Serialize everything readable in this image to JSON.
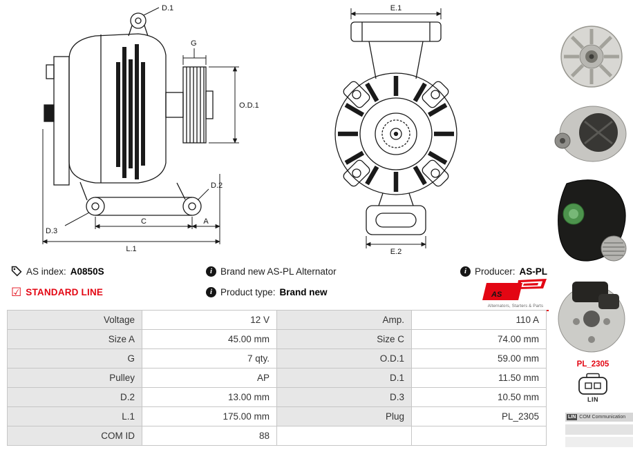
{
  "header": {
    "as_index_label": "AS index:",
    "as_index_value": "A0850S",
    "brand_new_text": "Brand new AS-PL Alternator",
    "producer_label": "Producer:",
    "producer_value": "AS-PL",
    "standard_line": "STANDARD LINE",
    "product_type_label": "Product type:",
    "product_type_value": "Brand new"
  },
  "logo": {
    "text": "AS",
    "subtext": "Alternators, Starters & Parts"
  },
  "icons": {
    "info_glyph": "i",
    "check_glyph": "☑"
  },
  "diagram": {
    "side": {
      "d1": "D.1",
      "g": "G",
      "od1": "O.D.1",
      "d2": "D.2",
      "d3": "D.3",
      "c": "C",
      "a": "A",
      "l1": "L.1"
    },
    "front": {
      "e1": "E.1",
      "e2": "E.2"
    }
  },
  "plug": {
    "code": "PL_2305",
    "pin_label": "LIN",
    "com_badge": "LIN",
    "com_text": "COM Communication"
  },
  "table": {
    "rows": [
      {
        "l1": "Voltage",
        "v1": "12 V",
        "l2": "Amp.",
        "v2": "110 A"
      },
      {
        "l1": "Size A",
        "v1": "45.00 mm",
        "l2": "Size C",
        "v2": "74.00 mm"
      },
      {
        "l1": "G",
        "v1": "7 qty.",
        "l2": "O.D.1",
        "v2": "59.00 mm"
      },
      {
        "l1": "Pulley",
        "v1": "AP",
        "l2": "D.1",
        "v2": "11.50 mm"
      },
      {
        "l1": "D.2",
        "v1": "13.00 mm",
        "l2": "D.3",
        "v2": "10.50 mm"
      },
      {
        "l1": "L.1",
        "v1": "175.00 mm",
        "l2": "Plug",
        "v2": "PL_2305"
      },
      {
        "l1": "COM ID",
        "v1": "88"
      }
    ]
  },
  "colors": {
    "accent_red": "#e30613",
    "label_bg": "#e7e7e7",
    "border": "#c6c6c6"
  }
}
